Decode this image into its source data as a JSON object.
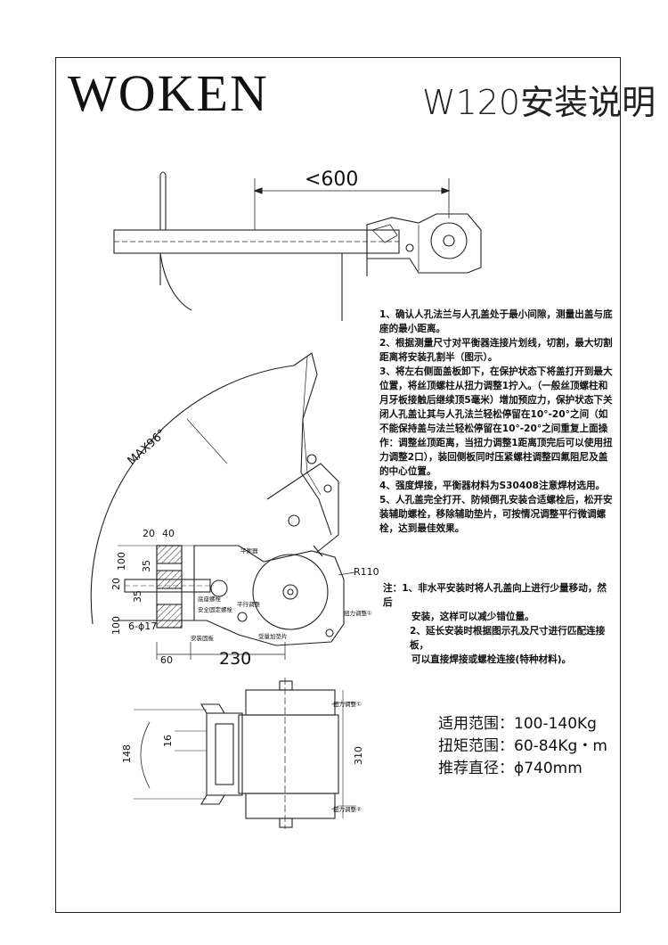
{
  "brand": "WOKEN",
  "title": "W120安装说明",
  "dims": {
    "top_length": "<600",
    "max_angle": "MAX96°",
    "radius": "R110",
    "d20a": "20",
    "d40": "40",
    "d100a": "100",
    "d20b": "20",
    "d35a": "35",
    "d35b": "35",
    "d100b": "100",
    "hole": "6-ϕ17",
    "d60": "60",
    "d230": "230",
    "d16": "16",
    "d148": "148",
    "d310": "310"
  },
  "labels": {
    "seat": "底座螺栓",
    "adjust1": "扭力调整①",
    "adjust2": "扭力调整②",
    "bolt_plate": "安装固板",
    "fit_bolt": "安全固定螺栓",
    "fit_plate": "平行调整",
    "hole_plate": "受量加垫片",
    "leveler": "平衡器",
    "adj1_side": "扭力调整①",
    "adj2_side": "扭力调整②"
  },
  "instructions": [
    "1、确认人孔法兰与人孔盖处于最小间隙，测量出盖与底座的最小距离。",
    "2、根据测量尺寸对平衡器连接片划线，切割，最大切割距离将安装孔割半（图示）。",
    "3、将左右侧面盖板卸下，在保护状态下将盖打开到最大位置，将丝顶螺柱从扭力调整1拧入。（一般丝顶螺柱和月牙板接触后继续顶5毫米）增加预应力，保护状态下关闭人孔盖让其与人孔法兰轻松停留在10°-20°之间（如不能保持盖与法兰轻松停留在10°-20°之间重复上面操作：调整丝顶距离，当扭力调整1距离顶完后可以使用扭力调整2口），装回侧板同时压紧螺柱调整四氟阻尼及盖的中心位置。",
    "4、强度焊接，平衡器材料为S30408注意焊材选用。",
    "5、人孔盖完全打开、防倾倒孔安装合适螺栓后，松开安装辅助螺栓，移除辅助垫片，可按情况调整平行微调螺栓，达到最佳效果。"
  ],
  "notes": {
    "prefix": "注：",
    "items": [
      "1、非水平安装时将人孔盖向上进行少量移动，然后",
      "安装，这样可以减少错位量。",
      "2、延长安装时根据图示孔及尺寸进行匹配连接板，",
      "可以直接焊接或螺栓连接(特种材料)。"
    ]
  },
  "specs": [
    {
      "label": "适用范围：",
      "value": "100-140Kg"
    },
    {
      "label": "扭矩范围：",
      "value": "60-84Kg・m"
    },
    {
      "label": "推荐直径：",
      "value": "ϕ740mm"
    }
  ]
}
